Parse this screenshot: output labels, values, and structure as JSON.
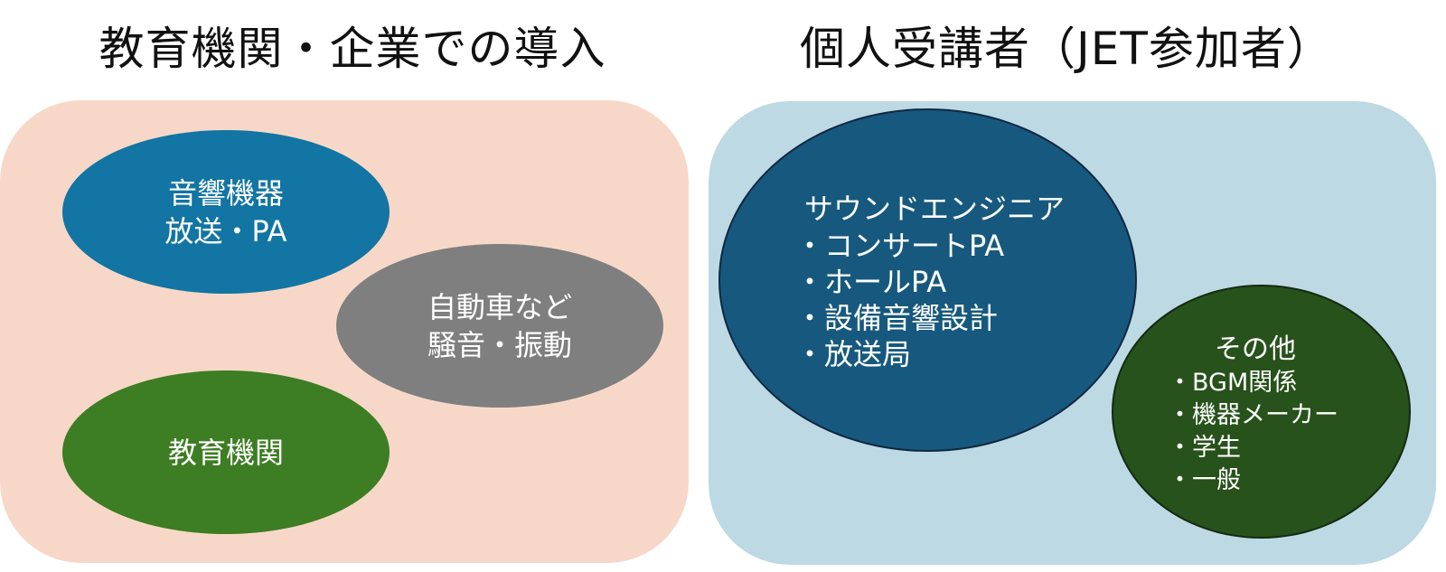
{
  "headings": {
    "left": "教育機関・企業での導入",
    "right": "個人受講者（JET参加者）"
  },
  "colors": {
    "left_panel": "#f7d8c8",
    "right_panel": "#bcd9e4",
    "audio": "#1275a3",
    "auto": "#7f7f7f",
    "education": "#3d7d23",
    "engineer": "#17597e",
    "other": "#27521b"
  },
  "left_panel": {
    "audio": {
      "line1": "音響機器",
      "line2": "放送・PA"
    },
    "auto": {
      "line1": "自動車など",
      "line2": "騒音・振動"
    },
    "education": {
      "line1": "教育機関"
    }
  },
  "right_panel": {
    "engineer": {
      "title": "サウンドエンジニア",
      "items": [
        "・コンサートPA",
        "・ホールPA",
        "・設備音響設計",
        "・放送局"
      ]
    },
    "other": {
      "title": "その他",
      "items": [
        "・BGM関係",
        "・機器メーカー",
        "・学生",
        "・一般"
      ]
    }
  }
}
